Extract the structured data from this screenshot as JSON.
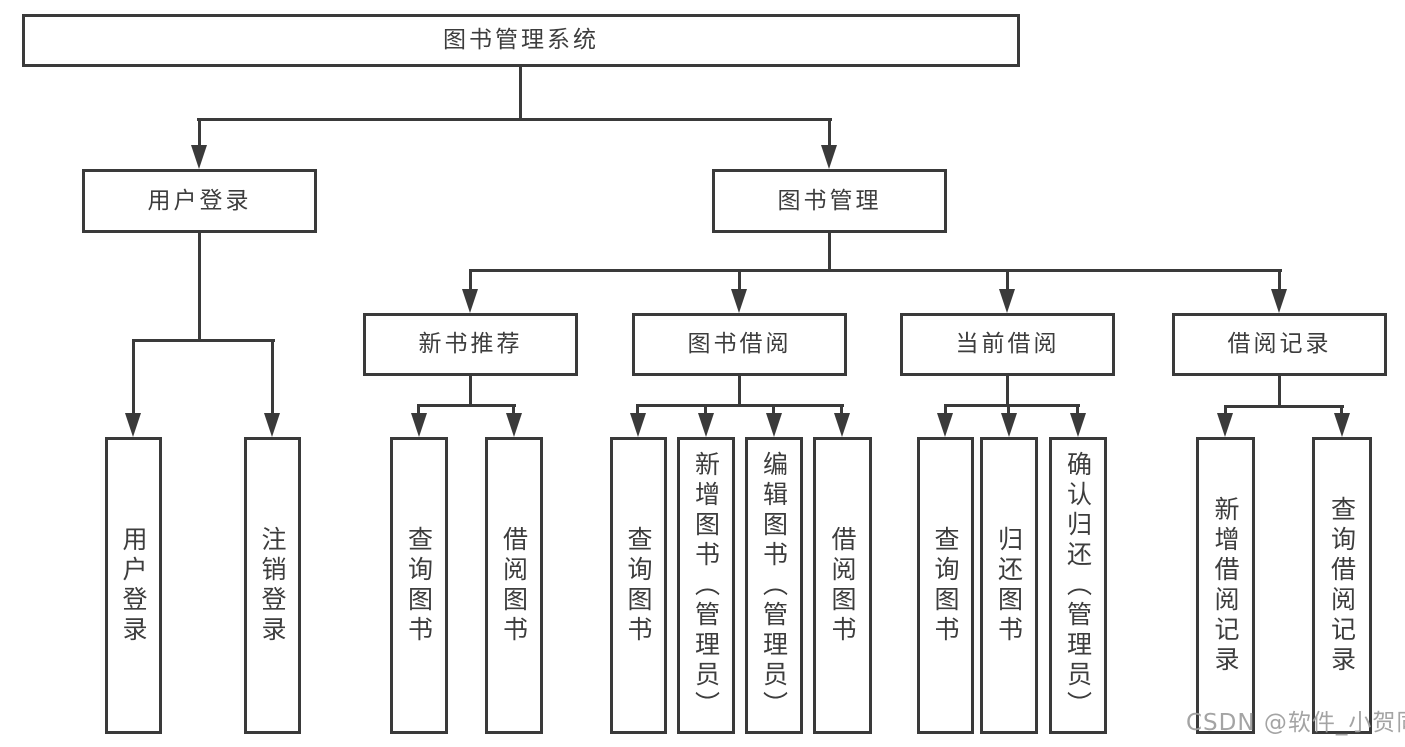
{
  "diagram": {
    "root": {
      "label": "图书管理系统"
    },
    "level2": [
      {
        "label": "用户登录",
        "parent": "图书管理系统"
      },
      {
        "label": "图书管理",
        "parent": "图书管理系统"
      }
    ],
    "level3": [
      {
        "label": "新书推荐",
        "parent": "图书管理"
      },
      {
        "label": "图书借阅",
        "parent": "图书管理"
      },
      {
        "label": "当前借阅",
        "parent": "图书管理"
      },
      {
        "label": "借阅记录",
        "parent": "图书管理"
      }
    ],
    "leaves": [
      {
        "label": "用户登录",
        "parent": "用户登录"
      },
      {
        "label": "注销登录",
        "parent": "用户登录"
      },
      {
        "label": "查询图书",
        "parent": "新书推荐"
      },
      {
        "label": "借阅图书",
        "parent": "新书推荐"
      },
      {
        "label": "查询图书",
        "parent": "图书借阅"
      },
      {
        "label": "新增图书（管理员）",
        "parent": "图书借阅"
      },
      {
        "label": "编辑图书（管理员）",
        "parent": "图书借阅"
      },
      {
        "label": "借阅图书",
        "parent": "图书借阅"
      },
      {
        "label": "查询图书",
        "parent": "当前借阅"
      },
      {
        "label": "归还图书",
        "parent": "当前借阅"
      },
      {
        "label": "确认归还（管理员）",
        "parent": "当前借阅"
      },
      {
        "label": "新增借阅记录",
        "parent": "借阅记录"
      },
      {
        "label": "查询借阅记录",
        "parent": "借阅记录"
      }
    ],
    "watermark": "CSDN @软件_小贺同学",
    "colors": {
      "line": "#3a3a3a",
      "text": "#3d3d3d",
      "watermark": "#9d9d9d",
      "background": "#ffffff"
    }
  }
}
